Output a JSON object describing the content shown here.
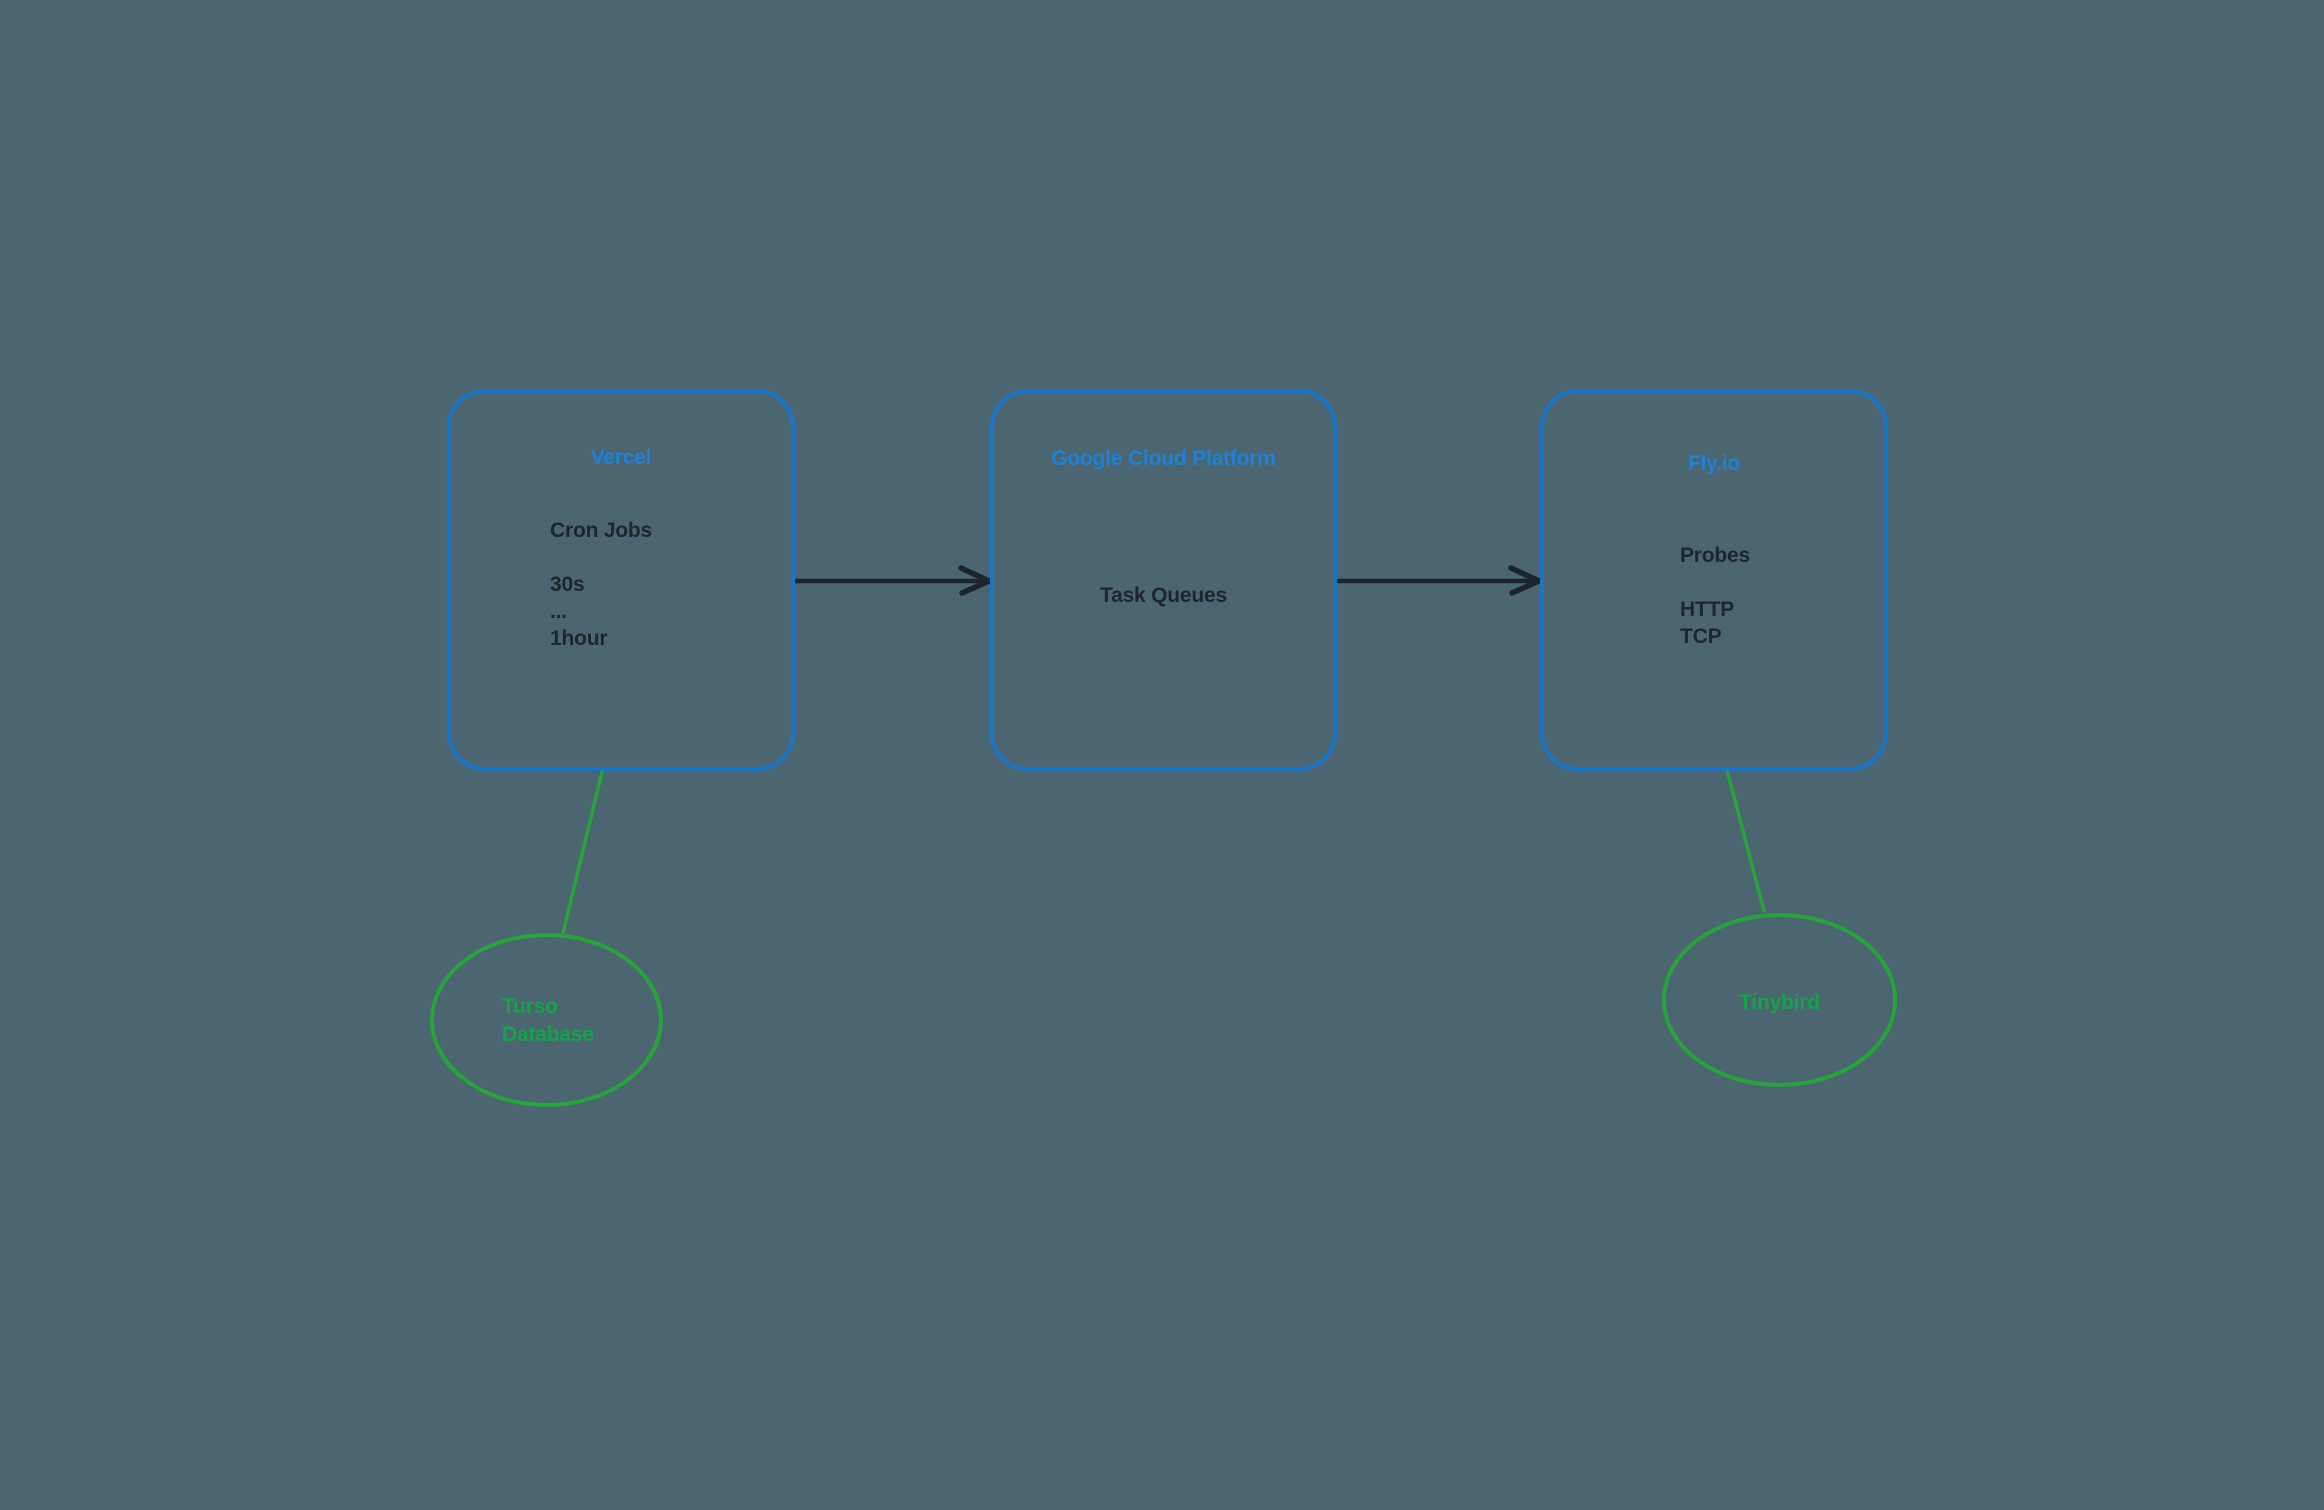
{
  "diagram": {
    "background_color": "#4b6671",
    "colors": {
      "box_border": "#1a75c8",
      "box_title": "#1f82d9",
      "body_text": "#20262d",
      "arrow": "#1c242c",
      "ellipse_border": "#27a53b",
      "ellipse_text": "#17a24c"
    },
    "nodes": [
      {
        "title": "Vercel",
        "lines": [
          "Cron Jobs",
          "",
          "30s",
          "...",
          "1hour"
        ]
      },
      {
        "title": "Google Cloud Platform",
        "lines": [
          "Task Queues"
        ]
      },
      {
        "title": "Fly.io",
        "lines": [
          "Probes",
          "",
          "HTTP",
          "TCP"
        ]
      }
    ],
    "datastores": [
      {
        "lines": [
          "Turso",
          "Database"
        ]
      },
      {
        "lines": [
          "Tinybird"
        ]
      }
    ],
    "connections": [
      {
        "from": "Vercel",
        "to": "Google Cloud Platform",
        "style": "arrow"
      },
      {
        "from": "Google Cloud Platform",
        "to": "Fly.io",
        "style": "arrow"
      },
      {
        "from": "Vercel",
        "to": "Turso Database",
        "style": "line"
      },
      {
        "from": "Fly.io",
        "to": "Tinybird",
        "style": "line"
      }
    ]
  }
}
